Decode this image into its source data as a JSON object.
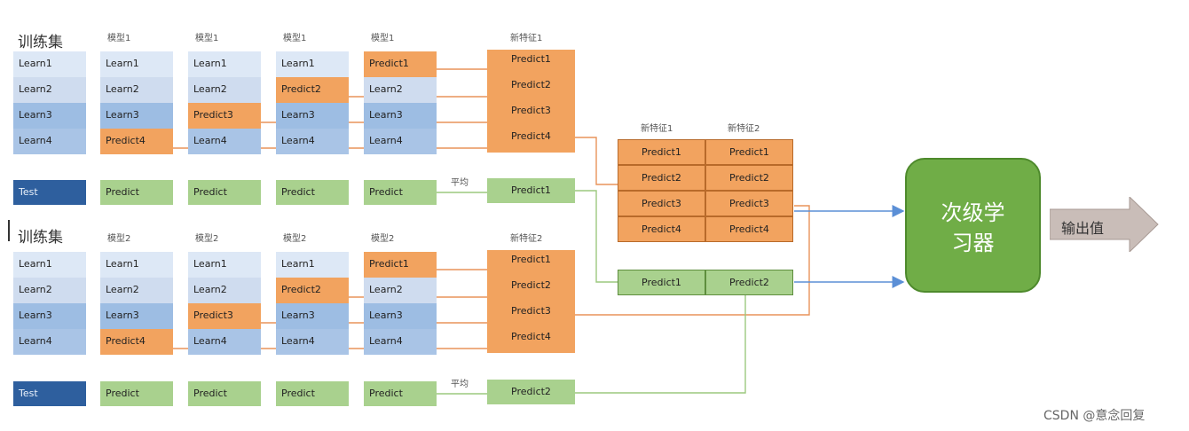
{
  "sections": [
    {
      "title": "训练集",
      "model_labels": [
        "模型1",
        "模型1",
        "模型1",
        "模型1"
      ],
      "new_label": "新特征1",
      "train_col": [
        "Learn1",
        "Learn2",
        "Learn3",
        "Learn4"
      ],
      "folds": [
        [
          "Learn1",
          "Learn2",
          "Learn3",
          "Predict4"
        ],
        [
          "Learn1",
          "Learn2",
          "Predict3",
          "Learn4"
        ],
        [
          "Learn1",
          "Predict2",
          "Learn3",
          "Learn4"
        ],
        [
          "Predict1",
          "Learn2",
          "Learn3",
          "Learn4"
        ]
      ],
      "new_feature": [
        "Predict1",
        "Predict2",
        "Predict3",
        "Predict4"
      ],
      "test_label": "Test",
      "test_preds": [
        "Predict",
        "Predict",
        "Predict",
        "Predict"
      ],
      "avg_label": "平均",
      "avg_result": "Predict1"
    },
    {
      "title": "训练集",
      "model_labels": [
        "模型2",
        "模型2",
        "模型2",
        "模型2"
      ],
      "new_label": "新特征2",
      "train_col": [
        "Learn1",
        "Learn2",
        "Learn3",
        "Learn4"
      ],
      "folds": [
        [
          "Learn1",
          "Learn2",
          "Learn3",
          "Predict4"
        ],
        [
          "Learn1",
          "Learn2",
          "Predict3",
          "Learn4"
        ],
        [
          "Learn1",
          "Predict2",
          "Learn3",
          "Learn4"
        ],
        [
          "Predict1",
          "Learn2",
          "Learn3",
          "Learn4"
        ]
      ],
      "new_feature": [
        "Predict1",
        "Predict2",
        "Predict3",
        "Predict4"
      ],
      "test_label": "Test",
      "test_preds": [
        "Predict",
        "Predict",
        "Predict",
        "Predict"
      ],
      "avg_label": "平均",
      "avg_result": "Predict2"
    }
  ],
  "merged": {
    "headers": [
      "新特征1",
      "新特征2"
    ],
    "rows": [
      [
        "Predict1",
        "Predict1"
      ],
      [
        "Predict2",
        "Predict2"
      ],
      [
        "Predict3",
        "Predict3"
      ],
      [
        "Predict4",
        "Predict4"
      ]
    ],
    "test_row": [
      "Predict1",
      "Predict2"
    ]
  },
  "meta_learner": {
    "line1": "次级学",
    "line2": "习器"
  },
  "output_label": "输出值",
  "watermark": "CSDN @意念回复",
  "colors": {
    "orange": "#f2a35f",
    "green": "#a9d18e",
    "blue_arrow": "#5b8fd6",
    "meta_green": "#70ad47",
    "test_blue": "#2e5f9e"
  }
}
